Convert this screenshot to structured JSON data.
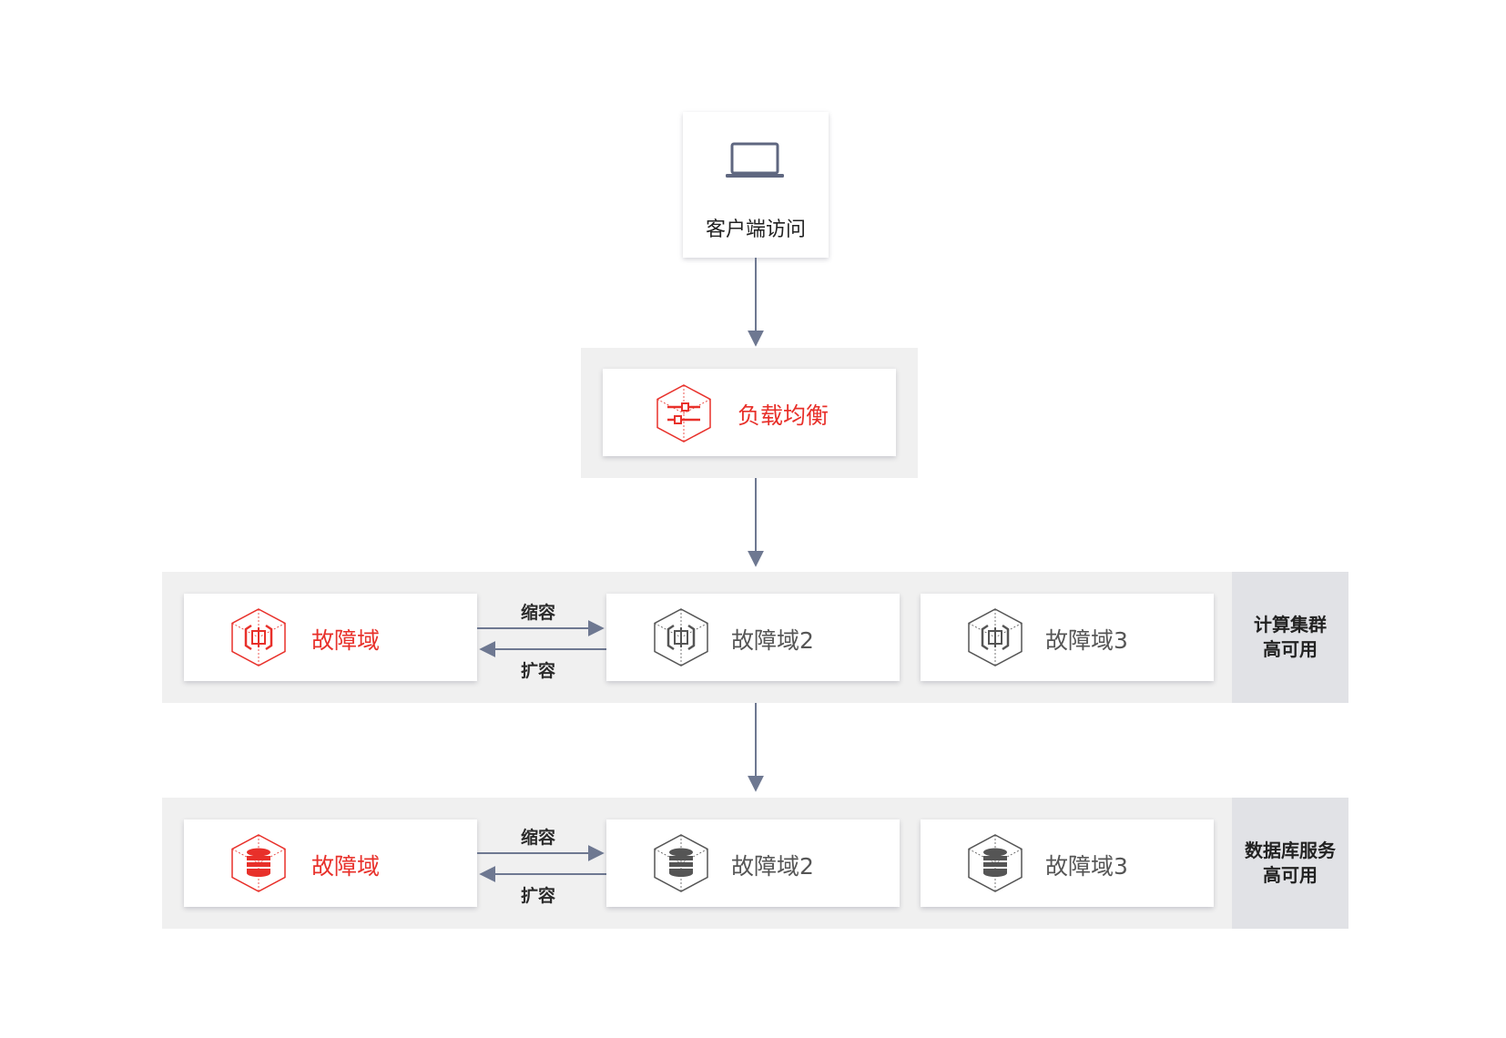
{
  "client": {
    "label": "客户端访问",
    "icon": "laptop-icon"
  },
  "load_balancer": {
    "label": "负载均衡",
    "icon": "load-balancer-icon"
  },
  "compute": {
    "primary": "故障域",
    "zone2": "故障域2",
    "zone3": "故障域3",
    "shrink": "缩容",
    "expand": "扩容",
    "side_line1": "计算集群",
    "side_line2": "高可用",
    "icon": "compute-cube-icon"
  },
  "database": {
    "primary": "故障域",
    "zone2": "故障域2",
    "zone3": "故障域3",
    "shrink": "缩容",
    "expand": "扩容",
    "side_line1": "数据库服务",
    "side_line2": "高可用",
    "icon": "database-cube-icon"
  },
  "colors": {
    "accent": "#e8302a",
    "arrow": "#6e7891",
    "icon_gray": "#555555",
    "band": "#f0f0f0",
    "side": "#e1e2e6"
  }
}
